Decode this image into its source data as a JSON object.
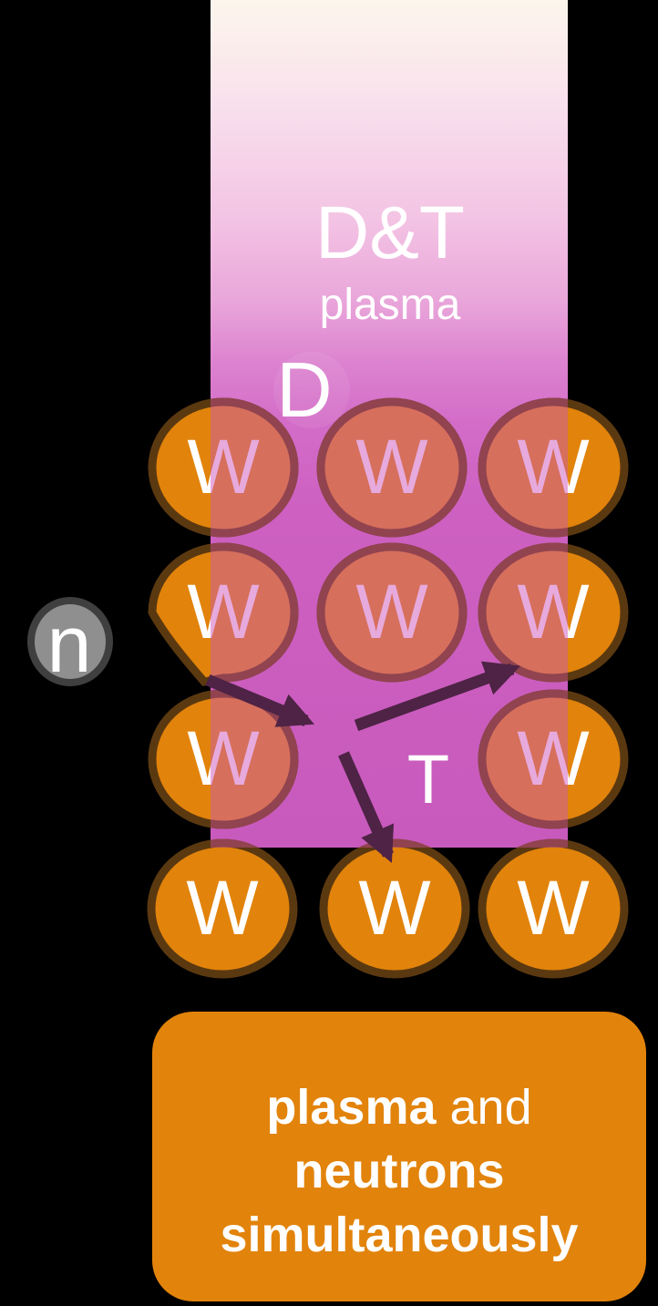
{
  "scene": {
    "background_color": "#000000",
    "plasma_column": {
      "title": "D&T",
      "subtitle": "plasma",
      "gradient_top_color": "#fdf6ec",
      "gradient_bottom_color": "#c95abd"
    },
    "particles": {
      "tungsten_label": "W",
      "neutron_label": "n",
      "deuterium_label": "D",
      "tritium_label": "T"
    },
    "colors": {
      "tungsten_fill": "#e2830b",
      "tungsten_border": "#5b3910",
      "tungsten_fill_in_plasma": "#d66f5c",
      "tungsten_border_in_plasma": "#91434f",
      "tungsten_letter": "#ffffff",
      "tungsten_letter_in_plasma": "#e7aadd",
      "neutron_fill": "#8f8f8f",
      "neutron_border": "#3f3f3f",
      "cascade_arrow": "#4e2345",
      "caption_box_fill": "#e2830b"
    },
    "caption_box": {
      "line1_bold": "plasma",
      "line1_regular": " and",
      "line2_bold": "neutrons",
      "line3_bold": "simultaneously"
    }
  }
}
